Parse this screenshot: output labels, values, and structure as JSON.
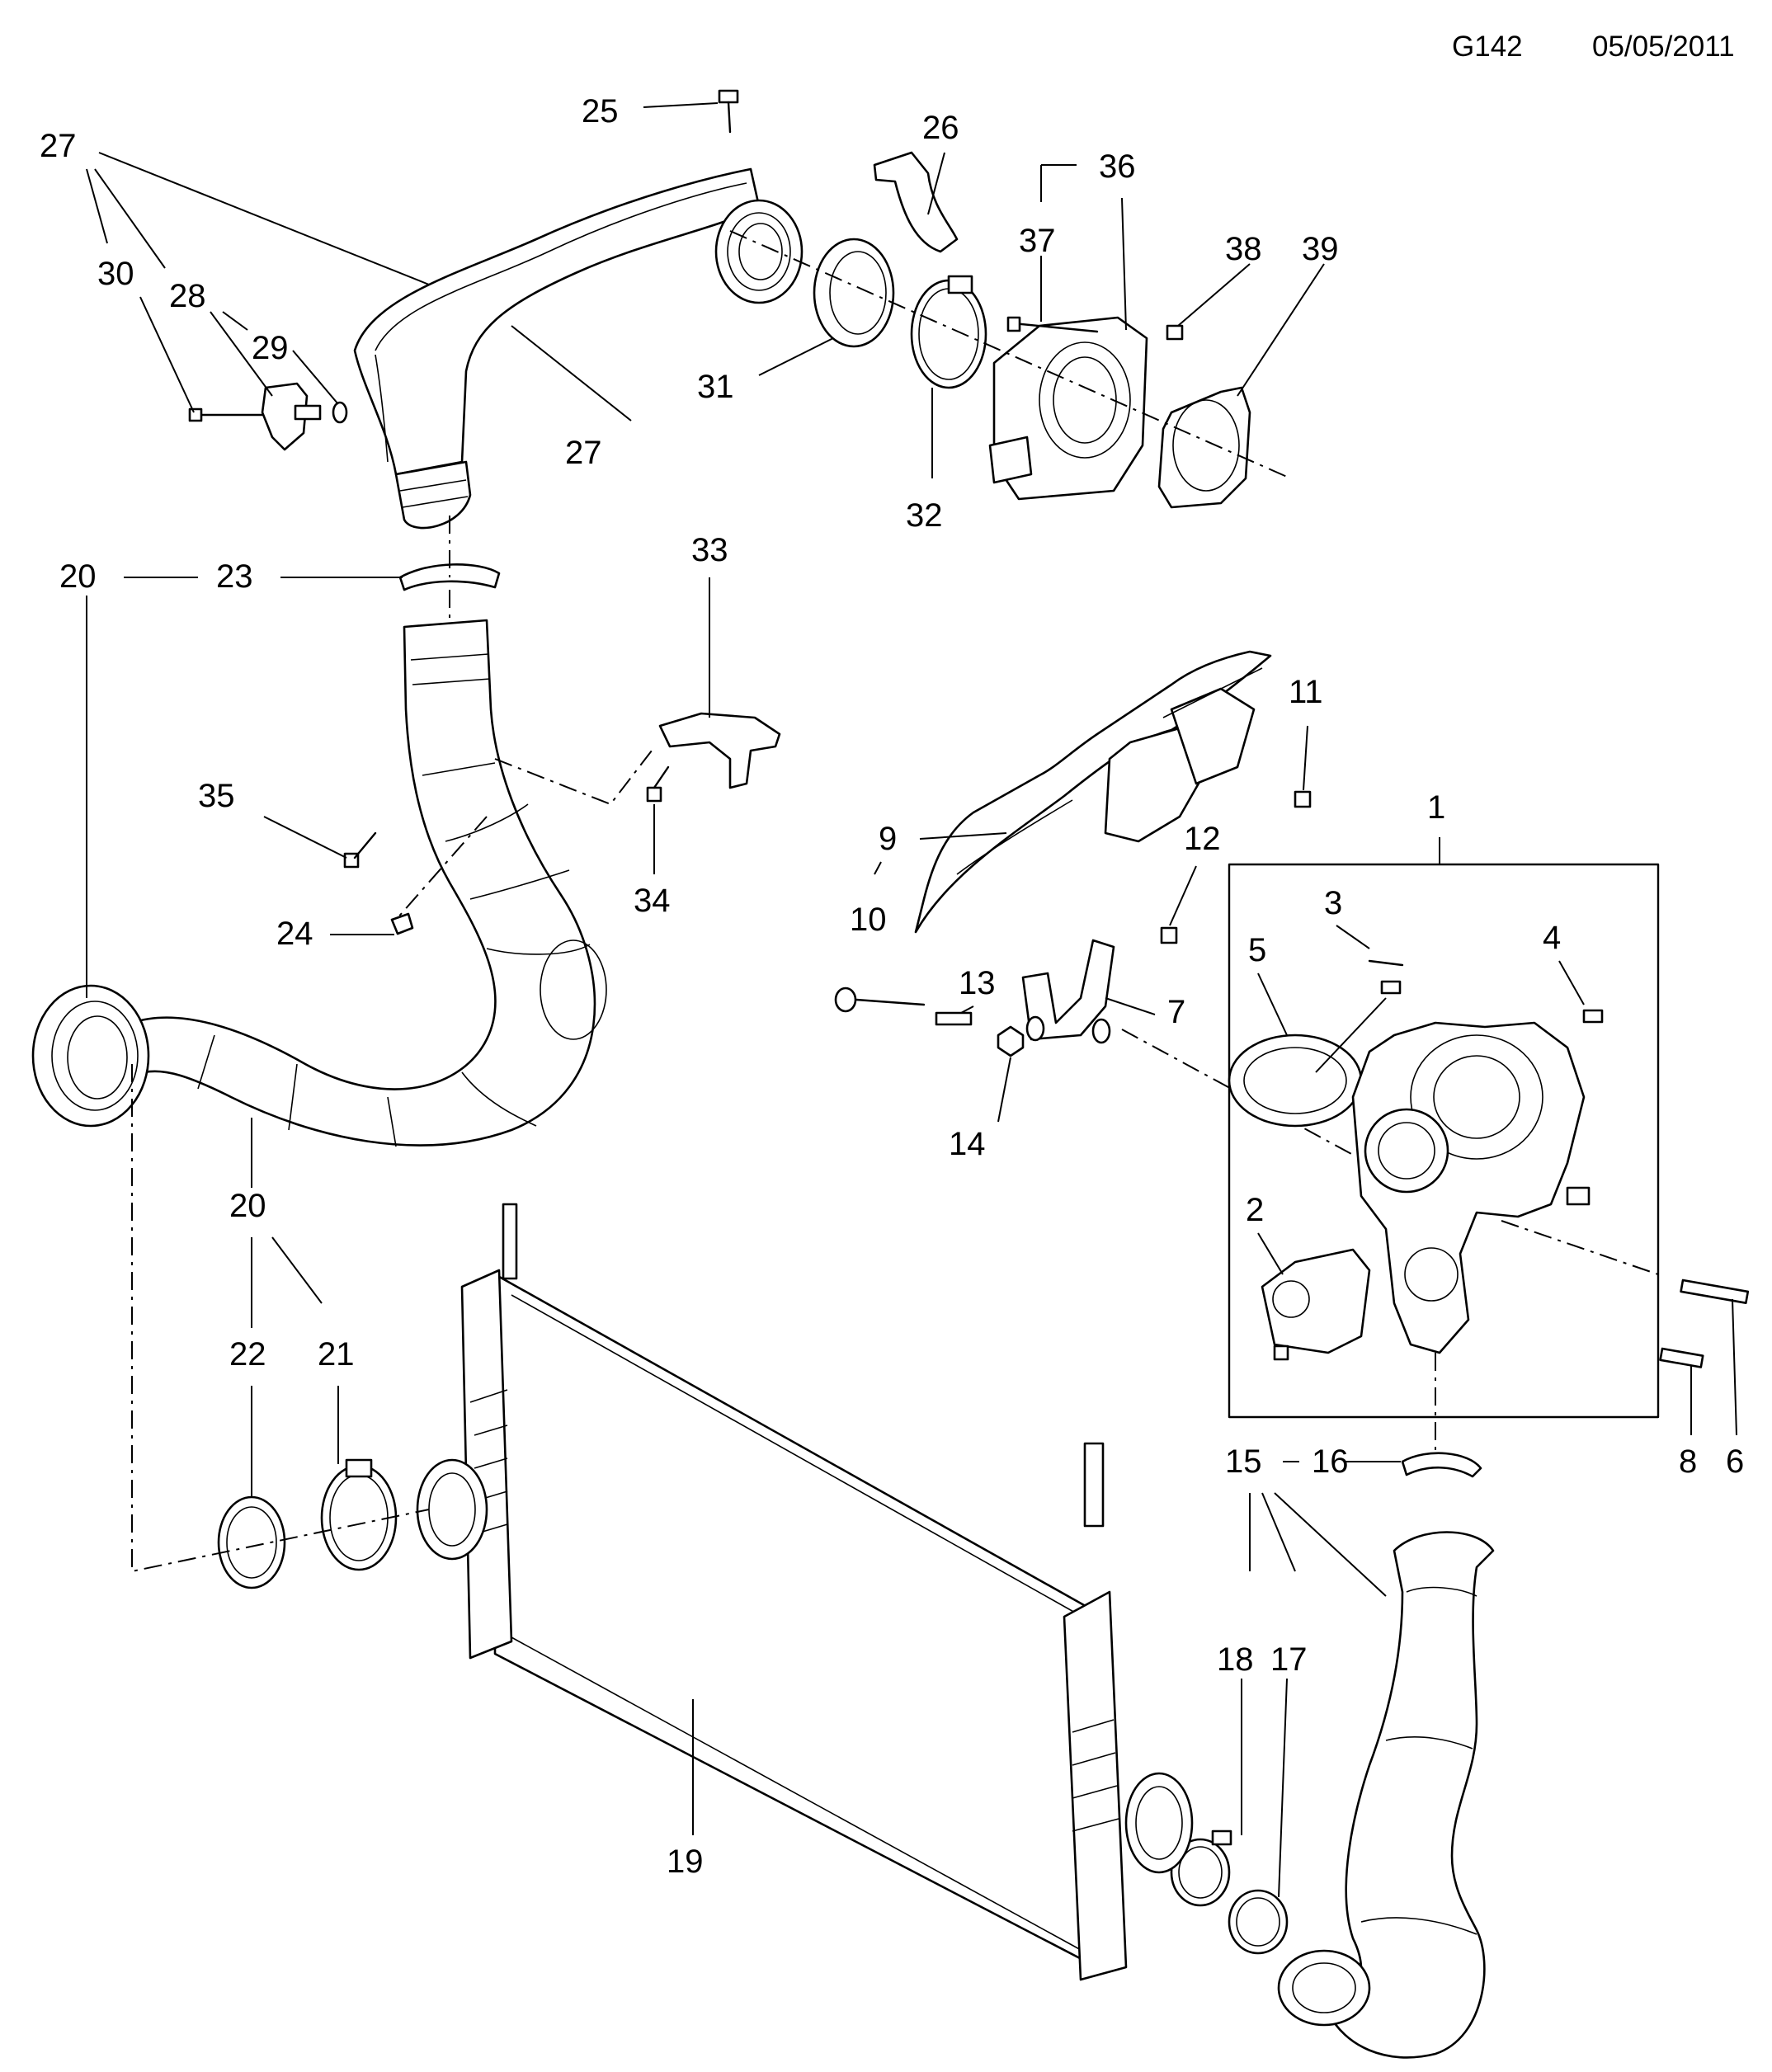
{
  "header": {
    "code": "G142",
    "date": "05/05/2011"
  },
  "callouts": {
    "c1": "1",
    "c2": "2",
    "c3": "3",
    "c4": "4",
    "c5": "5",
    "c6": "6",
    "c7": "7",
    "c8": "8",
    "c9": "9",
    "c10": "10",
    "c11": "11",
    "c12": "12",
    "c13": "13",
    "c14": "14",
    "c15": "15",
    "c16": "16",
    "c17": "17",
    "c18": "18",
    "c19": "19",
    "c20": "20",
    "c21": "21",
    "c22": "22",
    "c23": "23",
    "c24": "24",
    "c25": "25",
    "c26": "26",
    "c27": "27",
    "c28": "28",
    "c29": "29",
    "c30": "30",
    "c31": "31",
    "c32": "32",
    "c33": "33",
    "c34": "34",
    "c35": "35",
    "c36": "36",
    "c37": "37",
    "c38": "38",
    "c39": "39"
  }
}
